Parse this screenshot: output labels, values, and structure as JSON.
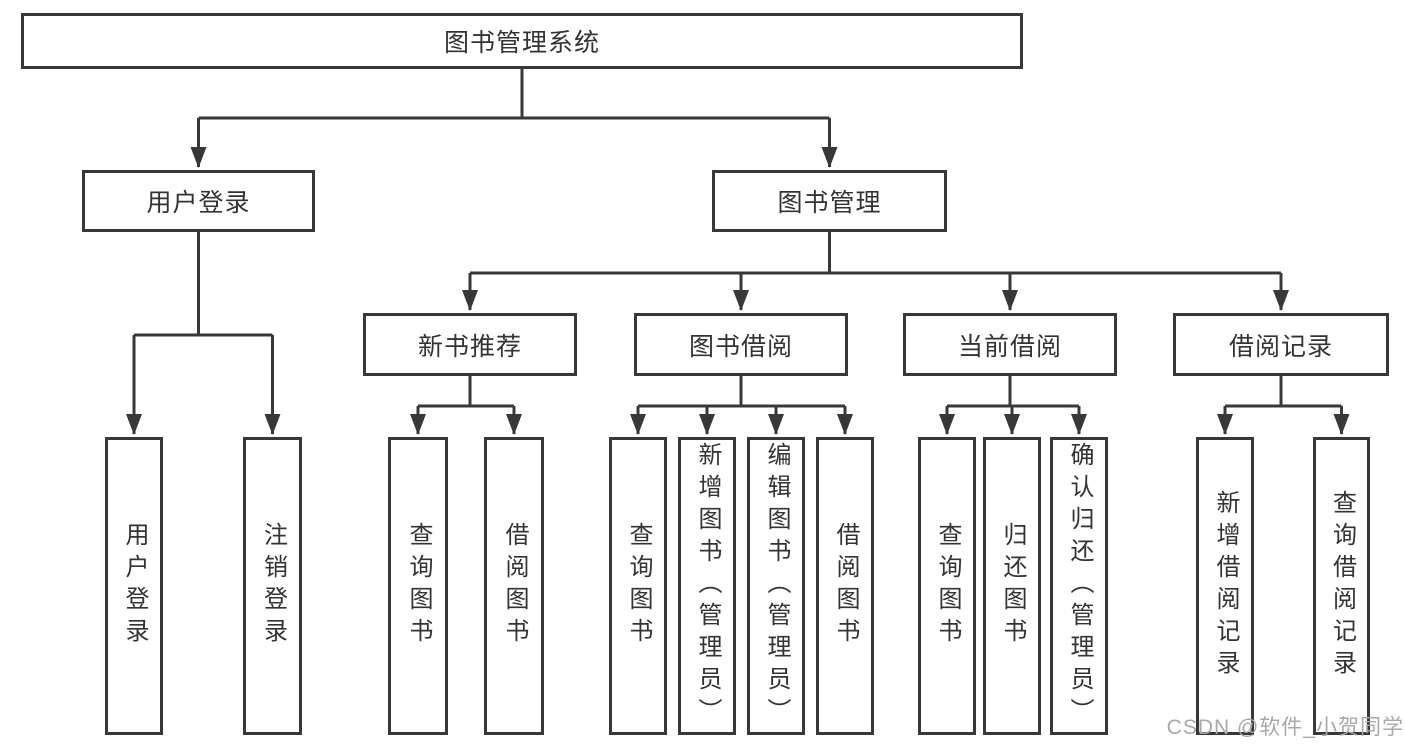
{
  "colors": {
    "background": "#ffffff",
    "line": "#383838",
    "box_border": "#383838",
    "text": "#333333",
    "watermark": "#a8a8a8"
  },
  "tree": {
    "root": {
      "label": "图书管理系统"
    },
    "login_branch": {
      "label": "用户登录",
      "children": [
        {
          "label": "用户登录"
        },
        {
          "label": "注销登录"
        }
      ]
    },
    "mgmt_branch": {
      "label": "图书管理",
      "sections": [
        {
          "label": "新书推荐",
          "children": [
            {
              "label": "查询图书"
            },
            {
              "label": "借阅图书"
            }
          ]
        },
        {
          "label": "图书借阅",
          "children": [
            {
              "label": "查询图书"
            },
            {
              "label": "新增图书（管理员）"
            },
            {
              "label": "编辑图书（管理员）"
            },
            {
              "label": "借阅图书"
            }
          ]
        },
        {
          "label": "当前借阅",
          "children": [
            {
              "label": "查询图书"
            },
            {
              "label": "归还图书"
            },
            {
              "label": "确认归还（管理员）"
            }
          ]
        },
        {
          "label": "借阅记录",
          "children": [
            {
              "label": "新增借阅记录"
            },
            {
              "label": "查询借阅记录"
            }
          ]
        }
      ]
    }
  },
  "watermark": {
    "text": "CSDN @软件_小贺同学"
  }
}
